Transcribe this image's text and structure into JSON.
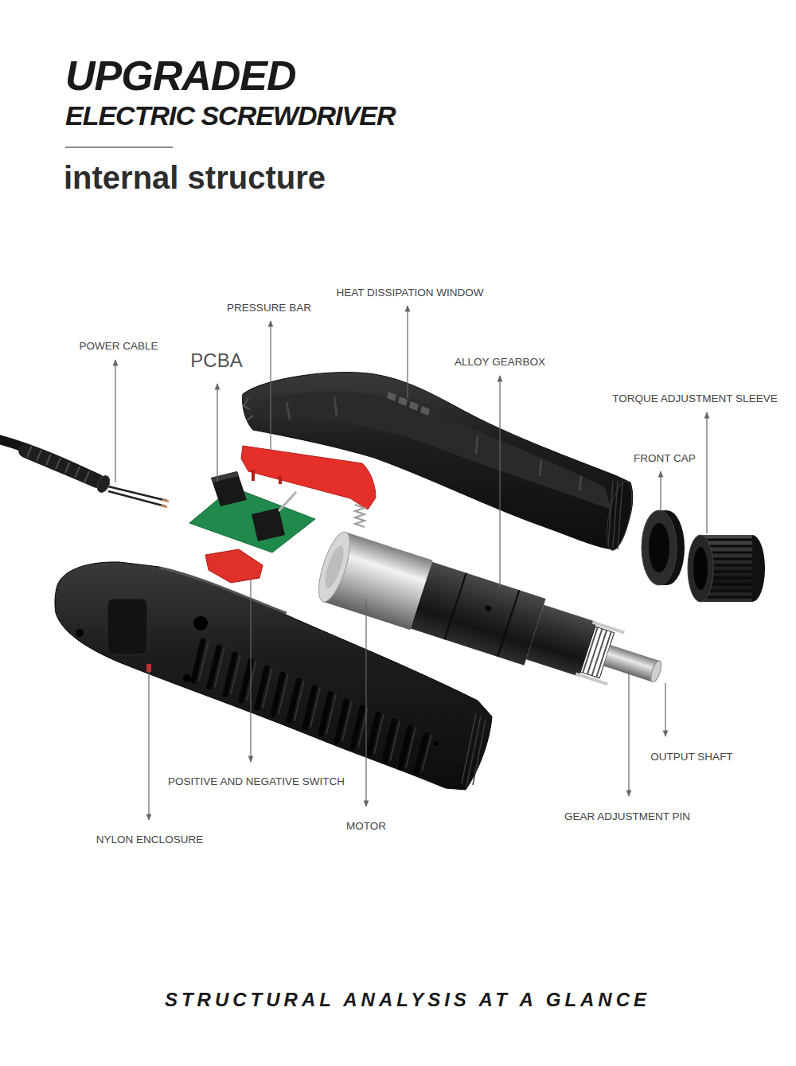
{
  "diagram": {
    "title": "UPGRADED ELECTRIC SCREWDRIVER",
    "caption": "STRUCTURAL ANALYSIS AT A GLANCE",
    "labels": [
      "internal structure",
      "HEAT DISSIPATION WINDOW",
      "PRESSURE BAR",
      "POWER CABLE",
      "PCBA",
      "ALLOY GEARBOX",
      "TORQUE ADJUSTMENT SLEEVE",
      "FRONT CAP",
      "OUTPUT SHAFT",
      "GEAR ADJUSTMENT PIN",
      "POSITIVE AND NEGATIVE SWITCH",
      "MOTOR",
      "NYLON ENCLOSURE"
    ]
  }
}
